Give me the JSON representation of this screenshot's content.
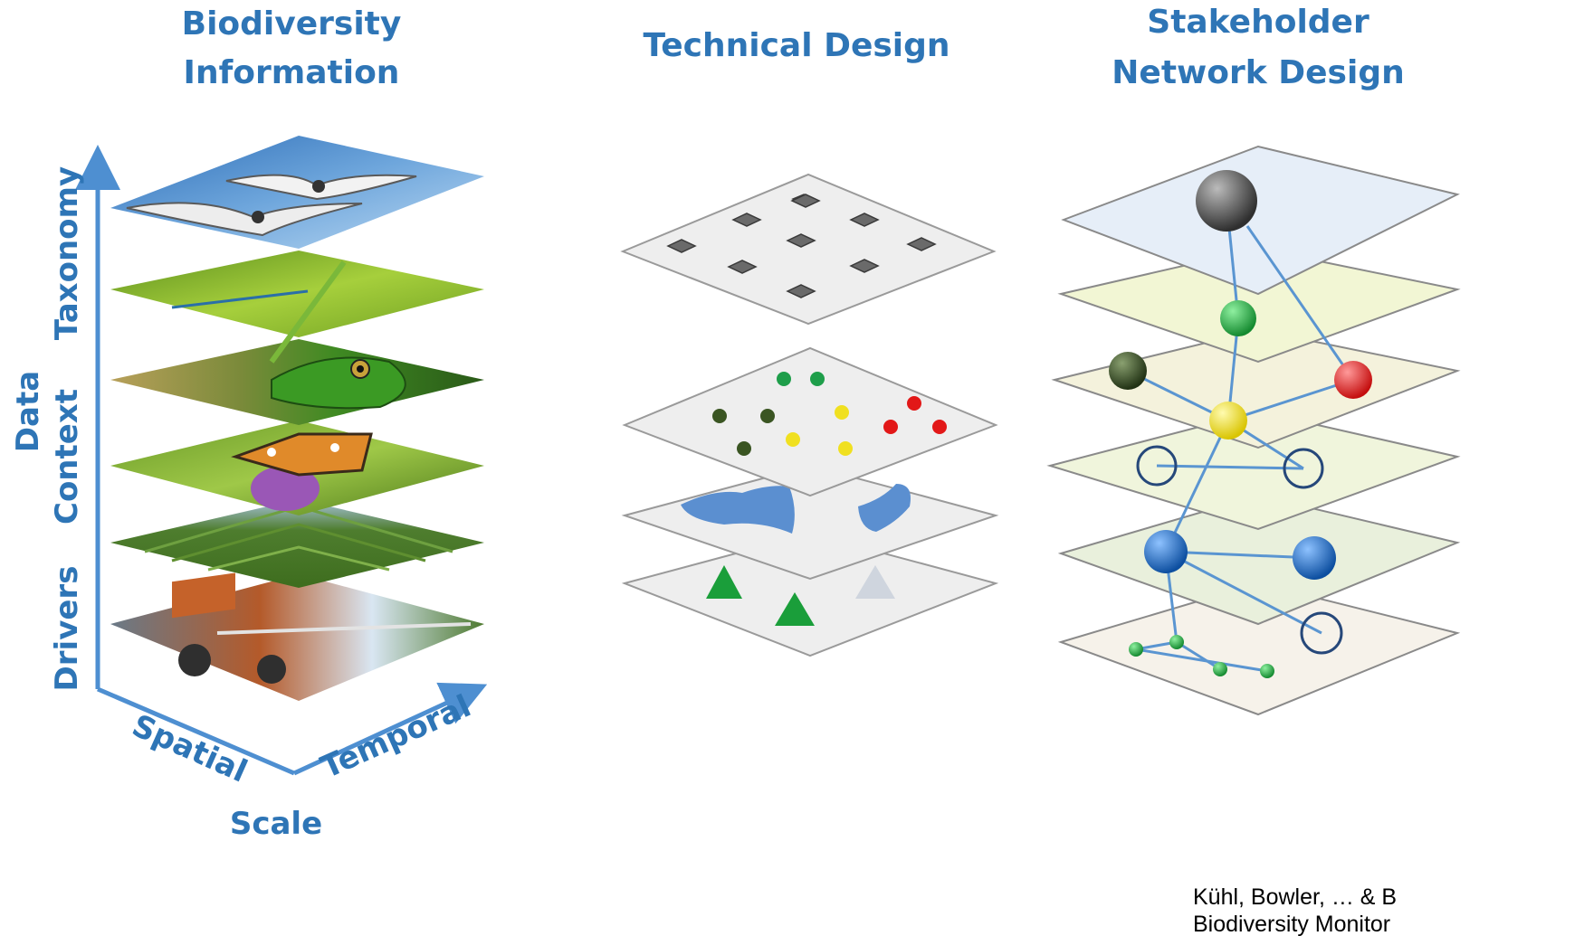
{
  "columns": {
    "biodiversity": {
      "title_line1": "Biodiversity",
      "title_line2": "Information"
    },
    "technical": {
      "title": "Technical Design"
    },
    "stakeholder": {
      "title_line1": "Stakeholder",
      "title_line2": "Network Design"
    }
  },
  "axes": {
    "vertical_labels": [
      "Taxonomy",
      "Context",
      "Drivers"
    ],
    "data_label": "Data",
    "spatial_label": "Spatial",
    "temporal_label": "Temporal",
    "scale_label": "Scale"
  },
  "layers": {
    "photos": [
      "birds-photo",
      "dragonfly-photo",
      "frog-photo",
      "butterfly-photo",
      "field-photo",
      "tractor-photo"
    ],
    "technical_symbols": [
      "grey-squares",
      "colored-dots",
      "blue-water-shapes",
      "triangles"
    ],
    "network_node_colors": [
      "#555555",
      "#22aa44",
      "#334d22",
      "#e02020",
      "#f2e21a",
      "#1a6fc9"
    ]
  },
  "citation": {
    "line1": "Kühl, Bowler, … & B",
    "line2": "Biodiversity Monitor"
  }
}
